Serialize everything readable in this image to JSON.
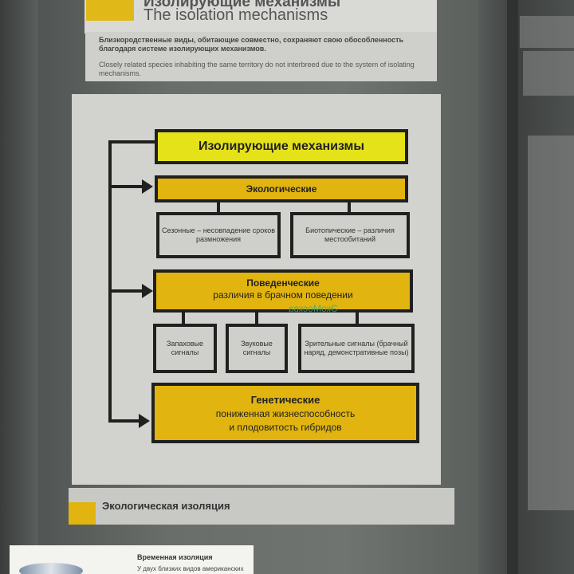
{
  "header": {
    "title_ru": "Изолирующие механизмы",
    "title_en": "The isolation mechanisms"
  },
  "intro": {
    "text_ru": "Близкородственные виды, обитающие совместно, сохраняют свою обособленность благодаря системе изолирующих механизмов.",
    "text_en": "Closely related species inhabiting the same territory do not interbreed due to the system of isolating mechanisms."
  },
  "diagram": {
    "root": "Изолирующие механизмы",
    "ecological": {
      "title": "Экологические",
      "children": [
        "Сезонные – несовпадение сроков размножения",
        "Биотопические – различия местообитаний"
      ]
    },
    "behavioral": {
      "title": "Поведенческие",
      "subtitle": "различия в брачном поведении",
      "children": [
        "Запаховые сигналы",
        "Звуковые сигналы",
        "Зрительные сигналы (брачный наряд, демонстративные позы)"
      ]
    },
    "genetic": {
      "title": "Генетические",
      "subtitle_line1": "пониженная жизнеспособность",
      "subtitle_line2": "и плодовитость гибридов"
    }
  },
  "watermark": "ЭкоМосква",
  "bottom_label": "Экологическая изоляция",
  "card": {
    "title": "Временная изоляция",
    "text": "У двух близких видов американских"
  },
  "colors": {
    "accent_yellow": "#e1b40f",
    "root_yellow": "#e6e21a",
    "line": "#202020"
  }
}
